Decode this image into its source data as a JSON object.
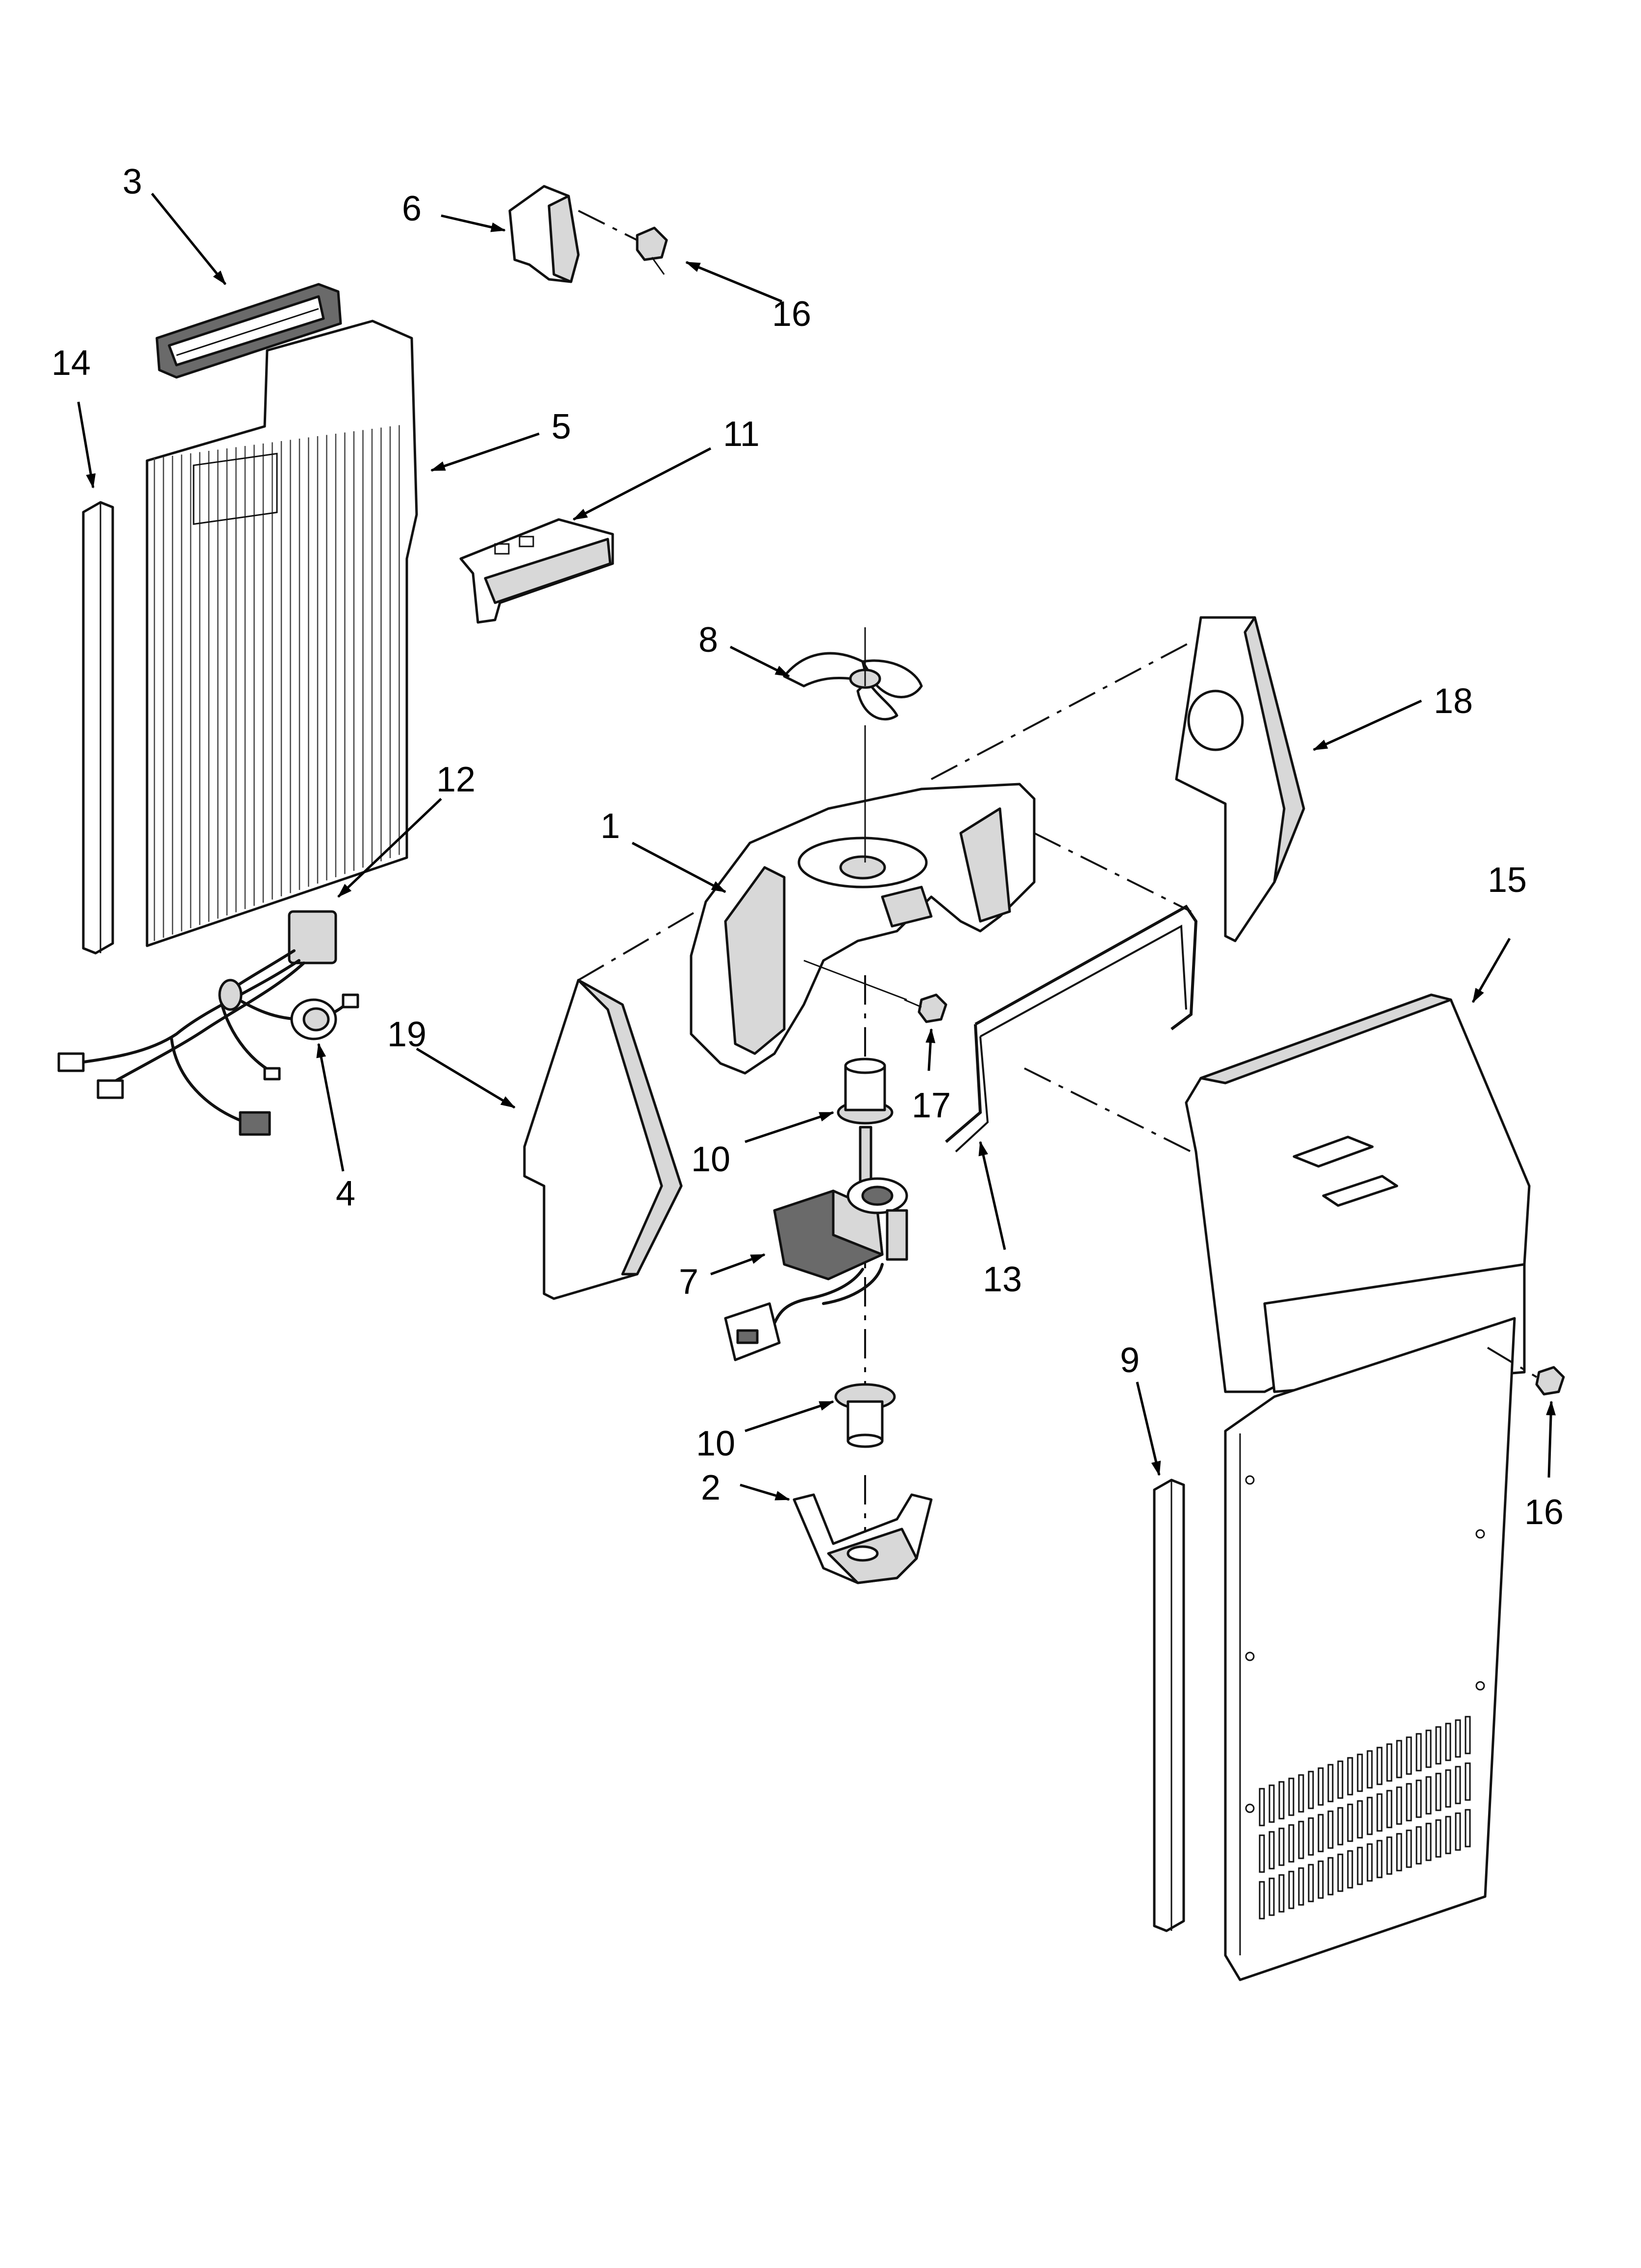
{
  "callouts": [
    {
      "label": "1"
    },
    {
      "label": "2"
    },
    {
      "label": "3"
    },
    {
      "label": "4"
    },
    {
      "label": "5"
    },
    {
      "label": "6"
    },
    {
      "label": "7"
    },
    {
      "label": "8"
    },
    {
      "label": "9"
    },
    {
      "label": "10"
    },
    {
      "label": "10"
    },
    {
      "label": "11"
    },
    {
      "label": "12"
    },
    {
      "label": "13"
    },
    {
      "label": "14"
    },
    {
      "label": "15"
    },
    {
      "label": "16"
    },
    {
      "label": "16"
    },
    {
      "label": "17"
    },
    {
      "label": "18"
    },
    {
      "label": "19"
    }
  ]
}
